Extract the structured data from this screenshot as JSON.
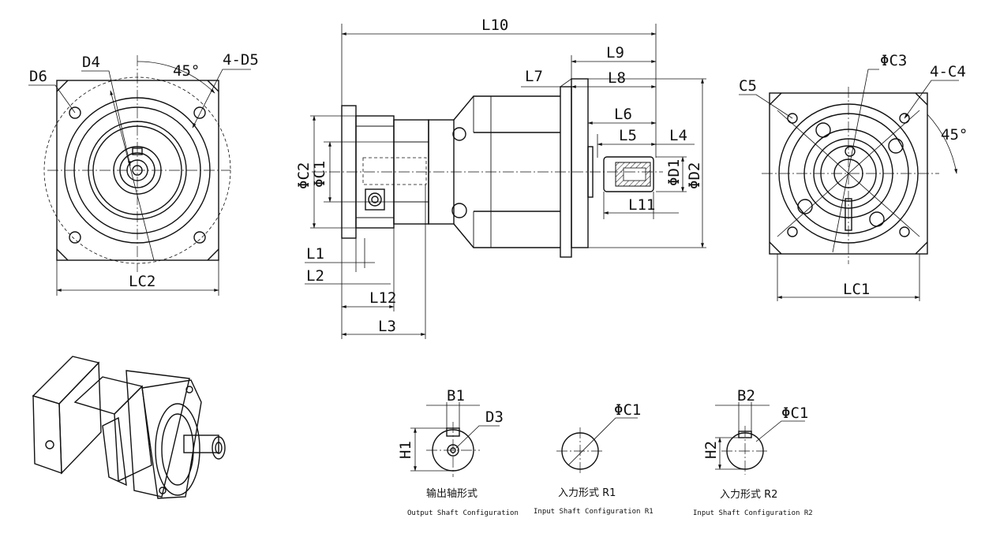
{
  "labels": {
    "left_view": {
      "d6": "D6",
      "d4": "D4",
      "angle": "45°",
      "holes": "4-D5",
      "lc2": "LC2"
    },
    "side_view": {
      "l10": "L10",
      "l9": "L9",
      "l8": "L8",
      "l7": "L7",
      "l6": "L6",
      "l5": "L5",
      "l4": "L4",
      "l11": "L11",
      "l1": "L1",
      "l2": "L2",
      "l12": "L12",
      "l3": "L3",
      "c2": "ΦC2",
      "c1": "ΦC1",
      "d1": "ΦD1",
      "d2": "ΦD2"
    },
    "right_view": {
      "c3": "ΦC3",
      "c5": "C5",
      "holes": "4-C4",
      "angle": "45°",
      "lc1": "LC1"
    },
    "shaft_output": {
      "b1": "B1",
      "d3": "D3",
      "h1": "H1",
      "title": "输出轴形式",
      "subtitle": "Output Shaft Configuration"
    },
    "shaft_r1": {
      "c1": "ΦC1",
      "title": "入力形式 R1",
      "subtitle": "Input Shaft Configuration R1"
    },
    "shaft_r2": {
      "b2": "B2",
      "c1": "ΦC1",
      "h2": "H2",
      "title": "入力形式 R2",
      "subtitle": "Input Shaft Configuration R2"
    }
  }
}
